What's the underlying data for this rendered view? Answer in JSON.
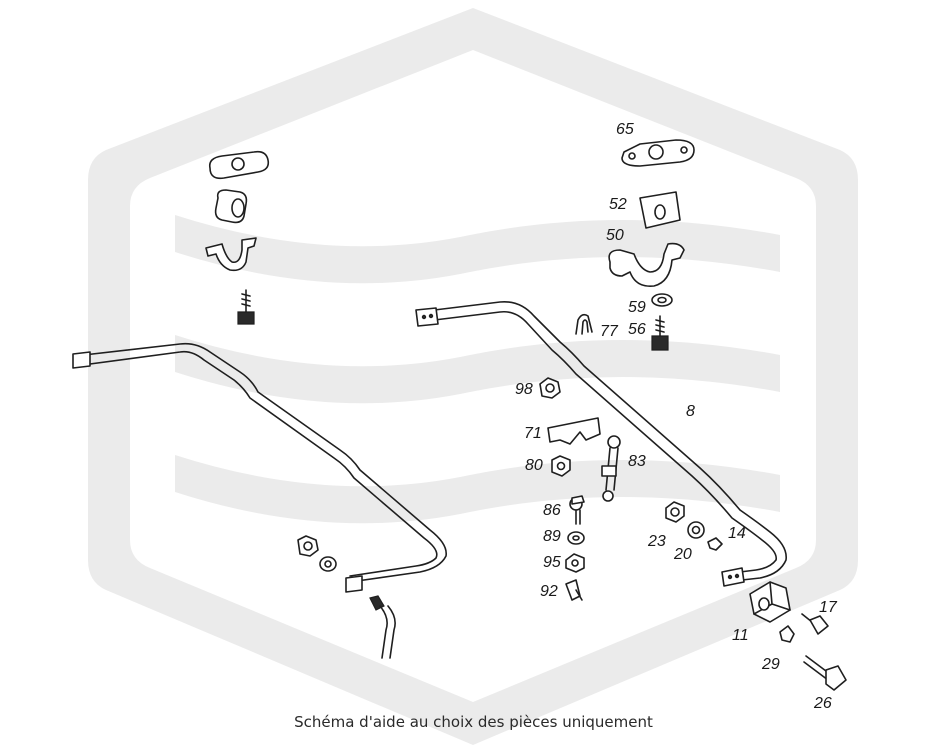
{
  "diagram": {
    "caption": "Schéma d'aide au choix des pièces uniquement",
    "part_labels": [
      "65",
      "52",
      "50",
      "59",
      "77",
      "56",
      "98",
      "8",
      "71",
      "83",
      "80",
      "86",
      "89",
      "95",
      "92",
      "23",
      "20",
      "14",
      "17",
      "11",
      "29",
      "26"
    ],
    "watermark_color": "#ebebeb",
    "line_color": "#1f1f1f"
  }
}
